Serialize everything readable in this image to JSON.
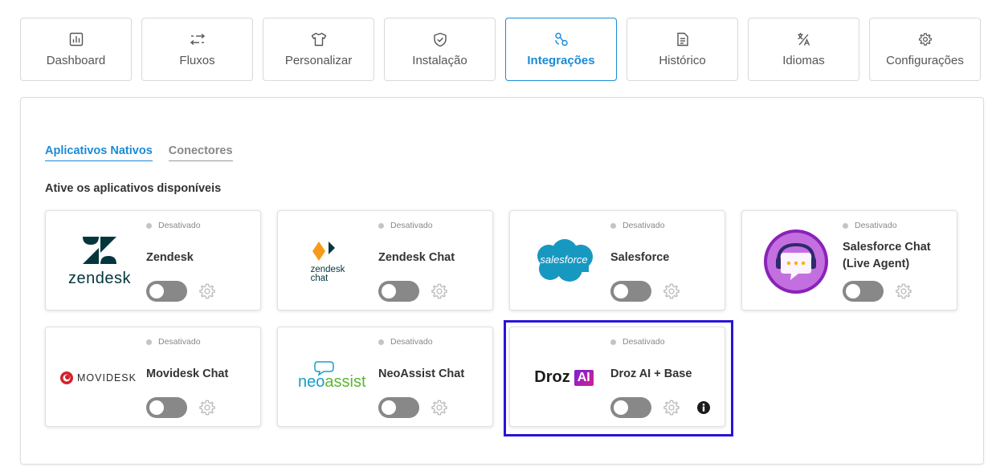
{
  "nav": {
    "tabs": [
      {
        "label": "Dashboard",
        "icon": "dashboard-icon"
      },
      {
        "label": "Fluxos",
        "icon": "flows-icon"
      },
      {
        "label": "Personalizar",
        "icon": "shirt-icon"
      },
      {
        "label": "Instalação",
        "icon": "shield-check-icon"
      },
      {
        "label": "Integrações",
        "icon": "integrations-icon",
        "active": true
      },
      {
        "label": "Histórico",
        "icon": "document-icon"
      },
      {
        "label": "Idiomas",
        "icon": "translate-icon"
      },
      {
        "label": "Configurações",
        "icon": "gear-icon"
      }
    ]
  },
  "subtabs": {
    "native": "Aplicativos Nativos",
    "connectors": "Conectores",
    "active": "native"
  },
  "section_title": "Ative os aplicativos disponíveis",
  "cards": [
    {
      "name": "Zendesk",
      "status": "Desativado",
      "logo_text": "zendesk",
      "enabled": false
    },
    {
      "name": "Zendesk Chat",
      "status": "Desativado",
      "logo_text_1": "zendesk",
      "logo_text_2": "chat",
      "enabled": false
    },
    {
      "name": "Salesforce",
      "status": "Desativado",
      "logo_text": "salesforce",
      "enabled": false
    },
    {
      "name": "Salesforce Chat (Live Agent)",
      "status": "Desativado",
      "enabled": false
    },
    {
      "name": "Movidesk Chat",
      "status": "Desativado",
      "logo_text": "MOVIDESK",
      "enabled": false
    },
    {
      "name": "NeoAssist Chat",
      "status": "Desativado",
      "logo_text_1": "neo",
      "logo_text_2": "assist",
      "enabled": false
    },
    {
      "name": "Droz AI + Base",
      "status": "Desativado",
      "logo_text_1": "Droz",
      "logo_text_2": "AI",
      "enabled": false,
      "has_info": true
    }
  ],
  "colors": {
    "accent": "#1a8bd6",
    "highlight": "#2a14d6",
    "toggle_off": "#888888"
  }
}
